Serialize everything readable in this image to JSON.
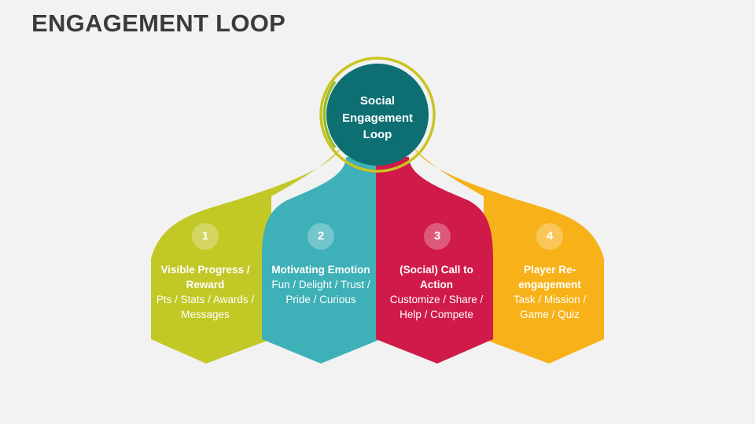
{
  "title": "ENGAGEMENT LOOP",
  "hub": {
    "lines": [
      "Social",
      "Engagement",
      "Loop"
    ]
  },
  "colors": {
    "green": "#c2c826",
    "teal": "#3eb0b7",
    "red": "#d01a4a",
    "amber": "#f7b21a",
    "hub": "#0e6f73",
    "hub_ring": "#c9c420",
    "background": "#f2f2f2"
  },
  "steps": [
    {
      "number": "1",
      "heading": "Visible Progress / Reward",
      "detail": "Pts / Stats / Awards / Messages"
    },
    {
      "number": "2",
      "heading": "Motivating Emotion",
      "detail": "Fun / Delight / Trust / Pride / Curious"
    },
    {
      "number": "3",
      "heading": "(Social) Call to Action",
      "detail": "Customize / Share / Help / Compete"
    },
    {
      "number": "4",
      "heading": "Player Re-engagement",
      "detail": "Task / Mission / Game / Quiz"
    }
  ]
}
